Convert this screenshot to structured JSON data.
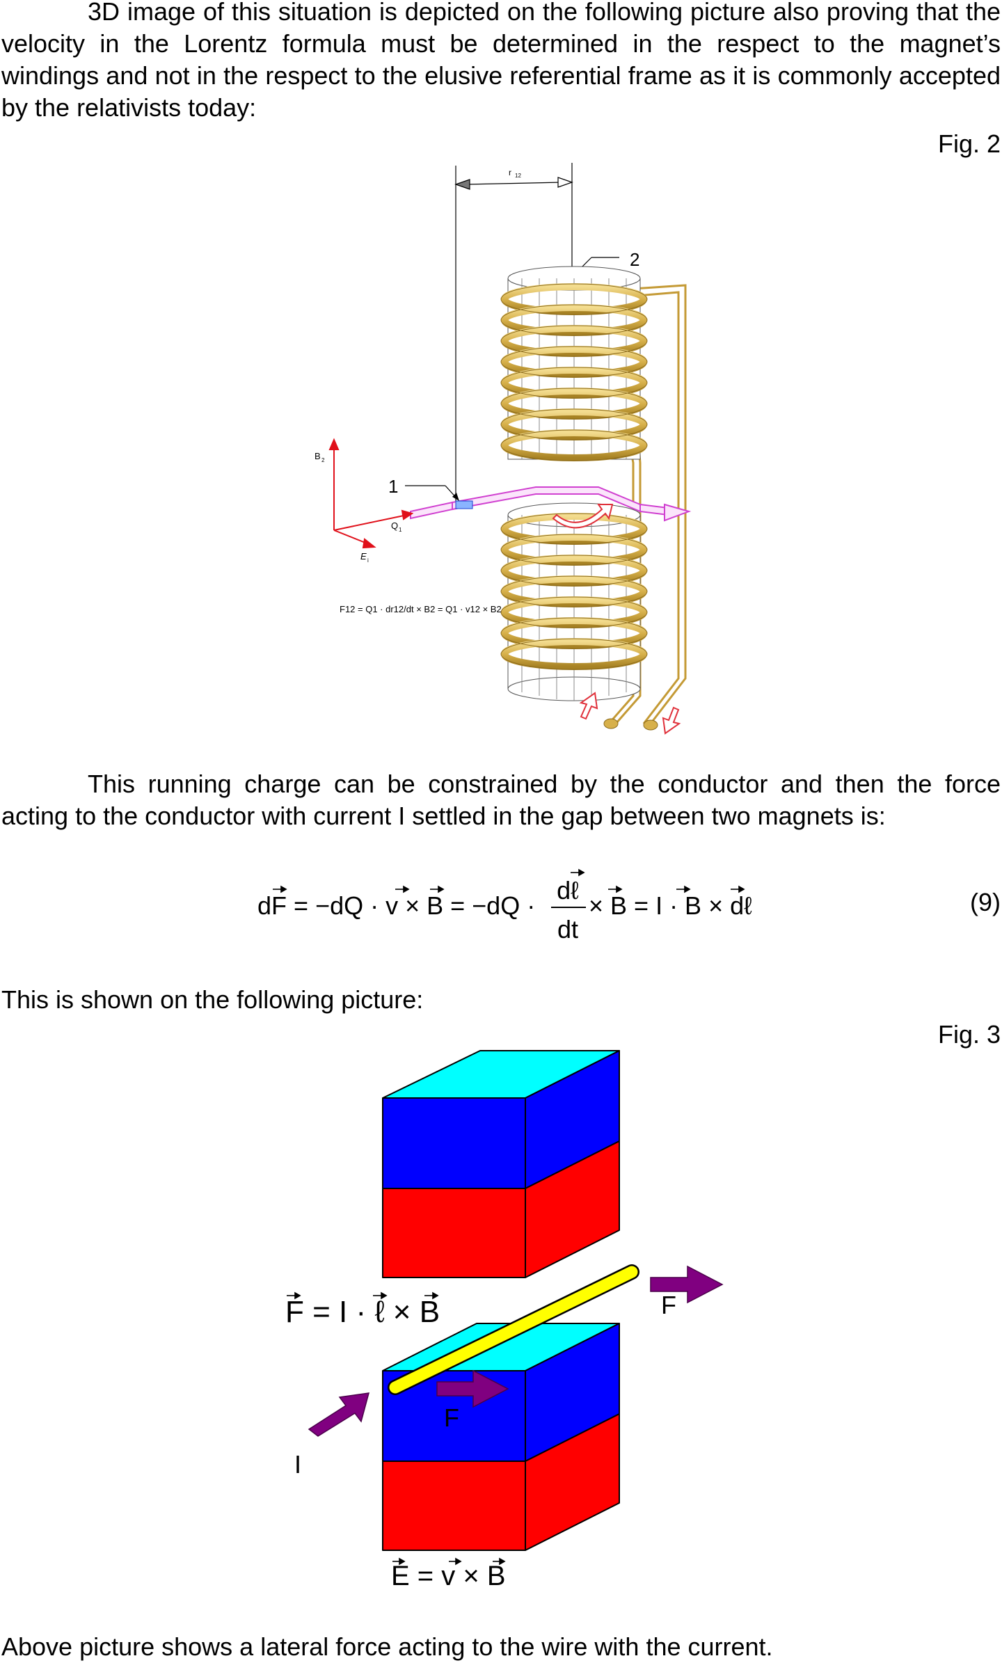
{
  "paragraphs": {
    "p1": "3D image of this situation is depicted on the following picture also proving that the velocity in the Lorentz formula must be determined in the respect to the magnet’s windings and not in the respect to the elusive referential frame as it is commonly accepted by the relativists today:",
    "p2": "This running charge can be constrained by the conductor and then the force acting to the conductor with current I settled in the gap between two magnets is:",
    "p3": "This is shown on the following picture:",
    "p4": "Above picture shows a lateral force acting to the wire with the current."
  },
  "figures": {
    "fig2": {
      "label": "Fig. 2",
      "callout_1": "1",
      "callout_2": "2",
      "dim_label": "r",
      "dim_sub": "12",
      "axis_B": "B",
      "axis_B_sub": "2",
      "axis_Q": "Q",
      "axis_Q_sub": "1",
      "axis_E": "E",
      "axis_E_sub": "i",
      "formula": "F12 = Q1 · dr12/dt × B2 = Q1 · v12 × B2"
    },
    "fig3": {
      "label": "Fig. 3",
      "force_label_right": "F",
      "force_label_mid": "F",
      "current_label": "I",
      "eq_force": "F = I · ℓ × B",
      "eq_field": "E = v × B",
      "colors": {
        "top_face": "#00ffff",
        "blue": "#0000ff",
        "red": "#ff0000",
        "wire": "#ffff00",
        "arrow": "#800080"
      }
    }
  },
  "equation9": {
    "lhs": "dF = −dQ · v × B = −dQ ·",
    "frac_num": "dℓ",
    "frac_den": "dt",
    "rhs": "× B = I · B × dℓ",
    "number": "(9)"
  }
}
